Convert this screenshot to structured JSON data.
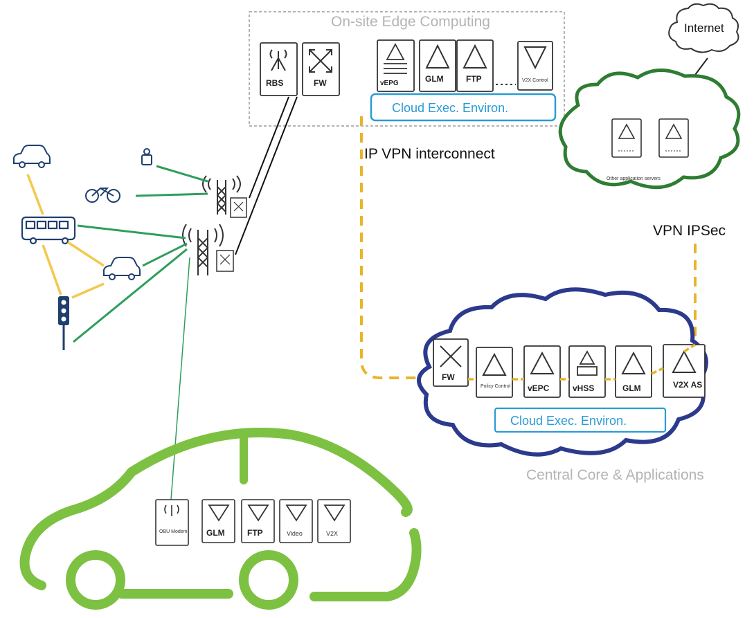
{
  "labels": {
    "edge_title": "On-site Edge Computing",
    "ip_vpn": "IP VPN interconnect",
    "vpn_ipsec": "VPN IPSec",
    "internet": "Internet",
    "central_core": "Central Core & Applications",
    "cloud_exec_edge": "Cloud Exec. Environ.",
    "cloud_exec_core": "Cloud Exec. Environ.",
    "other_app_servers": "Other application servers"
  },
  "edge_nodes": [
    {
      "label": "RBS",
      "icon": "antenna-icon"
    },
    {
      "label": "FW",
      "icon": "firewall-icon"
    },
    {
      "label": "vEPG",
      "icon": "triangle-icon"
    },
    {
      "label": "GLM",
      "icon": "triangle-icon"
    },
    {
      "label": "FTP",
      "icon": "triangle-icon"
    },
    {
      "label": "V2X Control",
      "icon": "inverted-triangle-icon"
    }
  ],
  "core_nodes": [
    {
      "label": "FW",
      "icon": "firewall-icon"
    },
    {
      "label": "Policy Control",
      "icon": "triangle-icon"
    },
    {
      "label": "vEPC",
      "icon": "triangle-icon"
    },
    {
      "label": "vHSS",
      "icon": "triangle-icon"
    },
    {
      "label": "GLM",
      "icon": "triangle-icon"
    },
    {
      "label": "V2X AS",
      "icon": "triangle-icon"
    }
  ],
  "car_nodes": [
    {
      "label": "OBU Modem",
      "icon": "antenna-icon"
    },
    {
      "label": "GLM",
      "icon": "inverted-triangle-icon"
    },
    {
      "label": "FTP",
      "icon": "inverted-triangle-icon"
    },
    {
      "label": "Video",
      "icon": "inverted-triangle-icon"
    },
    {
      "label": "V2X",
      "icon": "inverted-triangle-icon"
    }
  ],
  "road_users": [
    "car-icon",
    "bicycle-icon",
    "pedestrian-icon",
    "bus-icon",
    "car-icon",
    "traffic-light-icon"
  ],
  "colors": {
    "car_green": "#7dc142",
    "radio_link": "#2e9e5a",
    "v2v_link": "#f2c94c",
    "vpn_dash": "#e8b52a",
    "core_cloud": "#2b3a8c",
    "internet_cloud": "#2e7d32",
    "accent_blue": "#2a9bd6"
  }
}
